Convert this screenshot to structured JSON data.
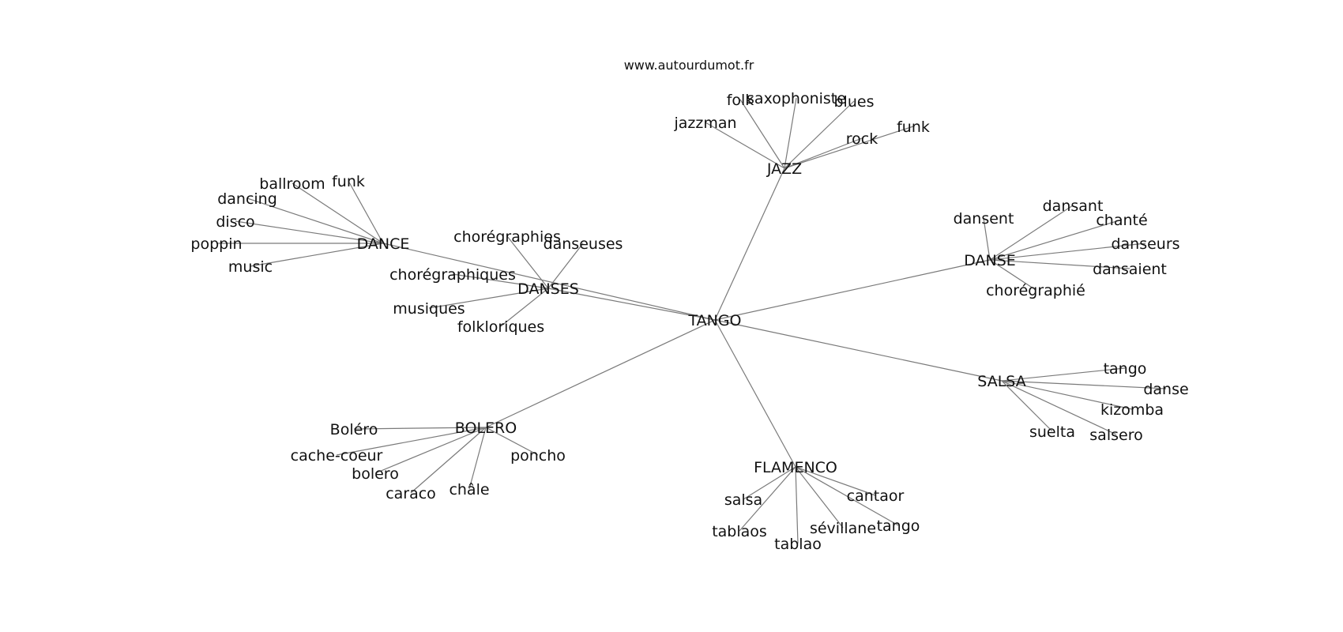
{
  "site": "www.autourdumot.fr",
  "colors": {
    "edge": "#7a7a7a",
    "text": "#111111",
    "background": "#ffffff"
  },
  "root": "TANGO",
  "hubs": [
    {
      "label": "JAZZ",
      "leaves": [
        "folk",
        "saxophoniste",
        "blues",
        "jazzman",
        "rock",
        "funk"
      ]
    },
    {
      "label": "DANCE",
      "leaves": [
        "ballroom",
        "funk",
        "dancing",
        "disco",
        "poppin",
        "music"
      ]
    },
    {
      "label": "DANSES",
      "leaves": [
        "chorégraphies",
        "danseuses",
        "chorégraphiques",
        "musiques",
        "folkloriques"
      ]
    },
    {
      "label": "DANSE",
      "leaves": [
        "dansent",
        "dansant",
        "chanté",
        "danseurs",
        "dansaient",
        "chorégraphié"
      ]
    },
    {
      "label": "SALSA",
      "leaves": [
        "tango",
        "danse",
        "kizomba",
        "suelta",
        "salsero"
      ]
    },
    {
      "label": "BOLERO",
      "leaves": [
        "Boléro",
        "cache-coeur",
        "bolero",
        "caraco",
        "châle",
        "poncho"
      ]
    },
    {
      "label": "FLAMENCO",
      "leaves": [
        "salsa",
        "tablaos",
        "tablao",
        "sévillane",
        "tango",
        "cantaor"
      ]
    }
  ]
}
